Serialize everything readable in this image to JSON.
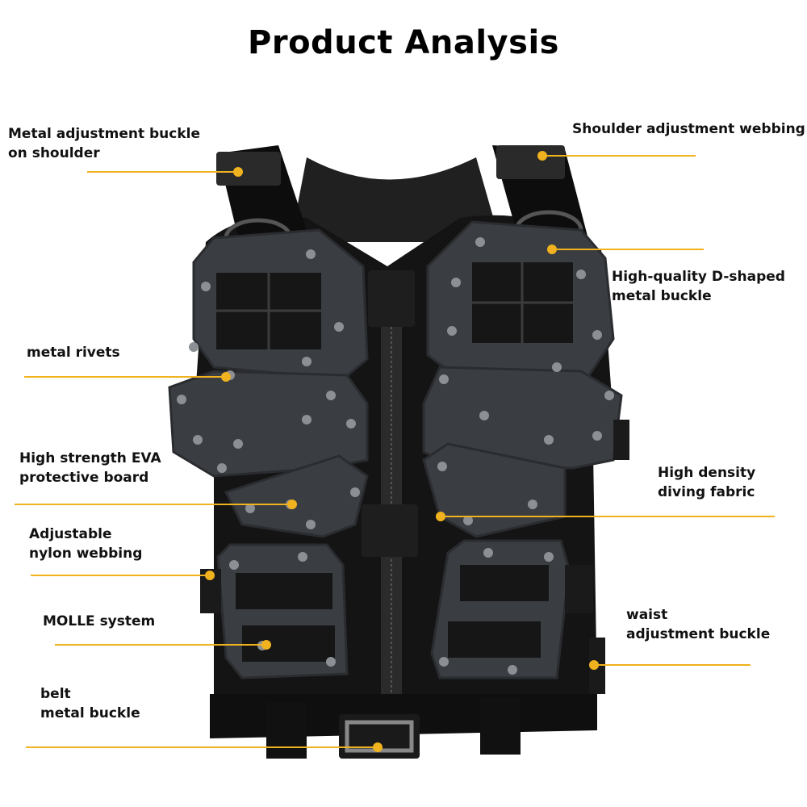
{
  "title": "Product Analysis",
  "callouts": {
    "shoulder_buckle": [
      "Metal adjustment buckle",
      "on shoulder"
    ],
    "shoulder_webbing": [
      "Shoulder adjustment webbing"
    ],
    "d_buckle": [
      "High-quality D-shaped",
      "metal buckle"
    ],
    "rivets": [
      "metal rivets"
    ],
    "eva_board": [
      "High strength EVA",
      "protective board"
    ],
    "diving_fabric": [
      "High density",
      "diving fabric"
    ],
    "nylon_webbing": [
      "Adjustable",
      "nylon webbing"
    ],
    "molle": [
      "MOLLE system"
    ],
    "waist_buckle": [
      "waist",
      "adjustment buckle"
    ],
    "belt_buckle": [
      "belt",
      "metal buckle"
    ]
  },
  "colors": {
    "leader_line": "#f0b21e",
    "vest_body": "#141414",
    "plate": "#3a3d42",
    "rivet": "#8c8f94"
  }
}
